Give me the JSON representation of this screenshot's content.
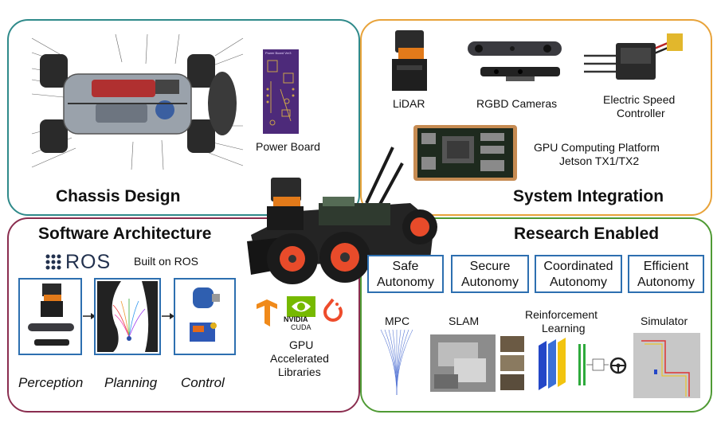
{
  "panels": {
    "chassis": {
      "title": "Chassis Design",
      "power_board": "Power Board",
      "board_text": "Power Board Ver3"
    },
    "system": {
      "title": "System Integration",
      "lidar": "LiDAR",
      "rgbd": "RGBD Cameras",
      "esc_line1": "Electric Speed",
      "esc_line2": "Controller",
      "gpu_line1": "GPU Computing Platform",
      "gpu_line2": "Jetson TX1/TX2"
    },
    "software": {
      "title": "Software Architecture",
      "ros_logo": "ROS",
      "built_on": "Built on ROS",
      "stages": [
        "Perception",
        "Planning",
        "Control"
      ]
    },
    "research": {
      "title": "Research Enabled",
      "categories": [
        {
          "line1": "Safe",
          "line2": "Autonomy"
        },
        {
          "line1": "Secure",
          "line2": "Autonomy"
        },
        {
          "line1": "Coordinated",
          "line2": "Autonomy"
        },
        {
          "line1": "Efficient",
          "line2": "Autonomy"
        }
      ],
      "methods": {
        "mpc": "MPC",
        "slam": "SLAM",
        "rl_line1": "Reinforcement",
        "rl_line2": "Learning",
        "simulator": "Simulator"
      }
    }
  },
  "center": {
    "gpu_line1": "GPU",
    "gpu_line2": "Accelerated",
    "gpu_line3": "Libraries",
    "nvidia": "NVIDIA",
    "cuda": "CUDA"
  },
  "colors": {
    "chassis_border": "#2f8a8a",
    "system_border": "#e8a33a",
    "software_border": "#8a2d4f",
    "research_border": "#4f9a34",
    "box_border": "#2d6fb0"
  },
  "icons": [
    "tensorflow-logo-icon",
    "nvidia-logo-icon",
    "pytorch-logo-icon",
    "steering-wheel-icon",
    "arrow-right-icon"
  ]
}
